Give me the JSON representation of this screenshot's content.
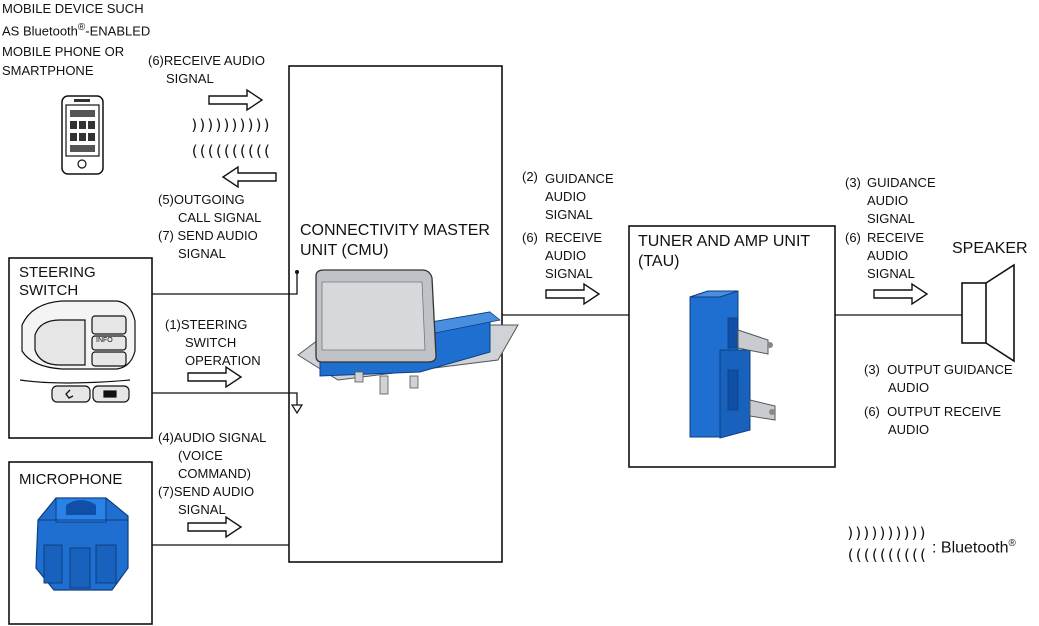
{
  "mobile": {
    "line1": "MOBILE DEVICE SUCH",
    "line2a": "AS Bluetooth",
    "line2b": "-ENABLED",
    "line3": "MOBILE PHONE OR",
    "line4": "SMARTPHONE"
  },
  "registered_mark": "®",
  "signals": {
    "receive6_a": "(6)RECEIVE AUDIO",
    "receive6_b": "SIGNAL",
    "outgoing5_a": "(5)OUTGOING",
    "outgoing5_b": "CALL SIGNAL",
    "send7_a": "(7) SEND AUDIO",
    "send7_b": "SIGNAL",
    "steering1_a": "(1)STEERING",
    "steering1_b": "SWITCH",
    "steering1_c": "OPERATION",
    "audio4_a": "(4)AUDIO SIGNAL",
    "audio4_b": "(VOICE",
    "audio4_c": "COMMAND)",
    "send7b_a": "(7)SEND AUDIO",
    "send7b_b": "SIGNAL",
    "guidance2_a": "(2)",
    "guidance2_b": "GUIDANCE",
    "guidance2_c": "AUDIO",
    "guidance2_d": "SIGNAL",
    "receive6c_a": "(6)",
    "receive6c_b": "RECEIVE",
    "receive6c_c": "AUDIO",
    "receive6c_d": "SIGNAL",
    "guidance3_a": "(3)",
    "guidance3_b": "GUIDANCE",
    "guidance3_c": "AUDIO",
    "guidance3_d": "SIGNAL",
    "receive6d_a": "(6)",
    "receive6d_b": "RECEIVE",
    "receive6d_c": "AUDIO",
    "receive6d_d": "SIGNAL",
    "output3_a": "(3)  OUTPUT GUIDANCE",
    "output3_b": "AUDIO",
    "output6_a": "(6)  OUTPUT RECEIVE",
    "output6_b": "AUDIO"
  },
  "components": {
    "steering_a": "STEERING",
    "steering_b": "SWITCH",
    "microphone": "MICROPHONE",
    "cmu_a": "CONNECTIVITY MASTER",
    "cmu_b": "UNIT (CMU)",
    "tau_a": "TUNER AND AMP UNIT",
    "tau_b": "(TAU)",
    "speaker": "SPEAKER"
  },
  "switch_buttons": {
    "info": "INFO"
  },
  "legend": {
    "waves_out": "))))))))))",
    "waves_in": "((((((((((",
    "label": ": Bluetooth"
  },
  "colors": {
    "component_blue": "#1f6fd0",
    "line": "#111111"
  }
}
